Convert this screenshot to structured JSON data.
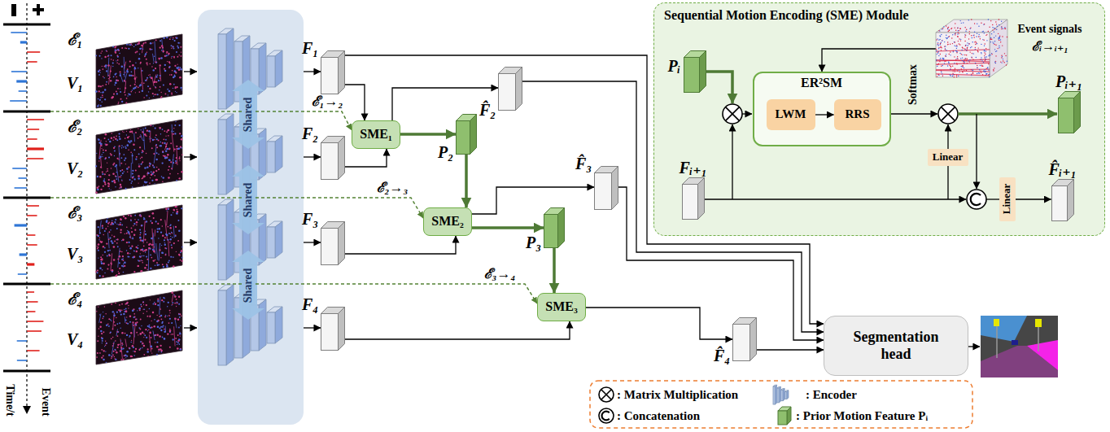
{
  "diagram": {
    "nodes": [
      {
        "text": [
          "Shared",
          "Shared",
          "Shared"
        ]
      },
      {
        "text": [
          "F₁"
        ]
      },
      {
        "text": [
          "F₂"
        ]
      },
      {
        "text": [
          "F₃"
        ]
      },
      {
        "text": [
          "F₄"
        ]
      },
      {
        "text": [
          "SME₁"
        ]
      },
      {
        "text": [
          "SME₂"
        ]
      },
      {
        "text": [
          "SME₃"
        ]
      },
      {
        "text": [
          "F̂₂"
        ]
      },
      {
        "text": [
          "P₂"
        ]
      },
      {
        "text": [
          "F̂₃"
        ]
      },
      {
        "text": [
          "P₃"
        ]
      },
      {
        "text": [
          "F̂₄"
        ]
      },
      {
        "text": [
          "Segmentation head"
        ]
      },
      {
        "text": [
          "Sequential Motion Encoding (SME) Module"
        ]
      },
      {
        "text": [
          "Pᵢ"
        ],
        "in": 14
      },
      {
        "text": [
          "ER²SM"
        ],
        "in": 14
      },
      {
        "text": [
          "LWM"
        ],
        "in": 16
      },
      {
        "text": [
          "RRS"
        ],
        "in": 16
      },
      {
        "text": [
          "Linear"
        ],
        "in": 14
      },
      {
        "text": [
          "Pᵢ₊₁"
        ],
        "in": 14
      },
      {
        "text": [
          "Fᵢ₊₁"
        ],
        "in": 14
      },
      {
        "text": [
          "Linear"
        ],
        "in": 14
      },
      {
        "text": [
          "F̂ᵢ₊₁"
        ],
        "in": 14
      }
    ],
    "edges": [
      {
        "from": 0,
        "to": 1,
        "arrow": "to"
      },
      {
        "from": 0,
        "to": 2,
        "arrow": "to"
      },
      {
        "from": 0,
        "to": 3,
        "arrow": "to"
      },
      {
        "from": 0,
        "to": 4,
        "arrow": "to"
      },
      {
        "from": 1,
        "to": 5,
        "arrow": "to"
      },
      {
        "from": 2,
        "to": 5,
        "arrow": "to"
      },
      {
        "from": 5,
        "to": 8,
        "arrow": "to"
      },
      {
        "from": 5,
        "to": 9,
        "arrow": "to"
      },
      {
        "from": 9,
        "to": 6,
        "arrow": "to"
      },
      {
        "from": 3,
        "to": 6,
        "arrow": "to"
      },
      {
        "from": 6,
        "to": 10,
        "arrow": "to"
      },
      {
        "from": 6,
        "to": 11,
        "arrow": "to"
      },
      {
        "from": 11,
        "to": 7,
        "arrow": "to"
      },
      {
        "from": 4,
        "to": 7,
        "arrow": "to"
      },
      {
        "from": 7,
        "to": 12,
        "arrow": "to"
      },
      {
        "from": 1,
        "to": 13,
        "arrow": "to"
      },
      {
        "from": 8,
        "to": 13,
        "arrow": "to"
      },
      {
        "from": 10,
        "to": 13,
        "arrow": "to"
      },
      {
        "from": 12,
        "to": 13,
        "arrow": "to"
      },
      {
        "from": 17,
        "to": 18,
        "arrow": "to"
      },
      {
        "from": 22,
        "to": 23,
        "arrow": "to"
      }
    ],
    "labels": [
      "ℰ₁",
      "V₁",
      "ℰ₂",
      "V₂",
      "ℰ₃",
      "V₃",
      "ℰ₄",
      "V₄",
      "ℰ₁→₂",
      "ℰ₂→₃",
      "ℰ₃→₄",
      "Time/t",
      "Event",
      "Event signals",
      "ℰᵢ→ᵢ₊₁",
      "Softmax"
    ],
    "legend": [
      {
        "text": ": Matrix Multiplication"
      },
      {
        "text": ": Encoder"
      },
      {
        "text": ": Concatenation"
      },
      {
        "text": ": Prior Motion Feature Pᵢ"
      }
    ]
  }
}
